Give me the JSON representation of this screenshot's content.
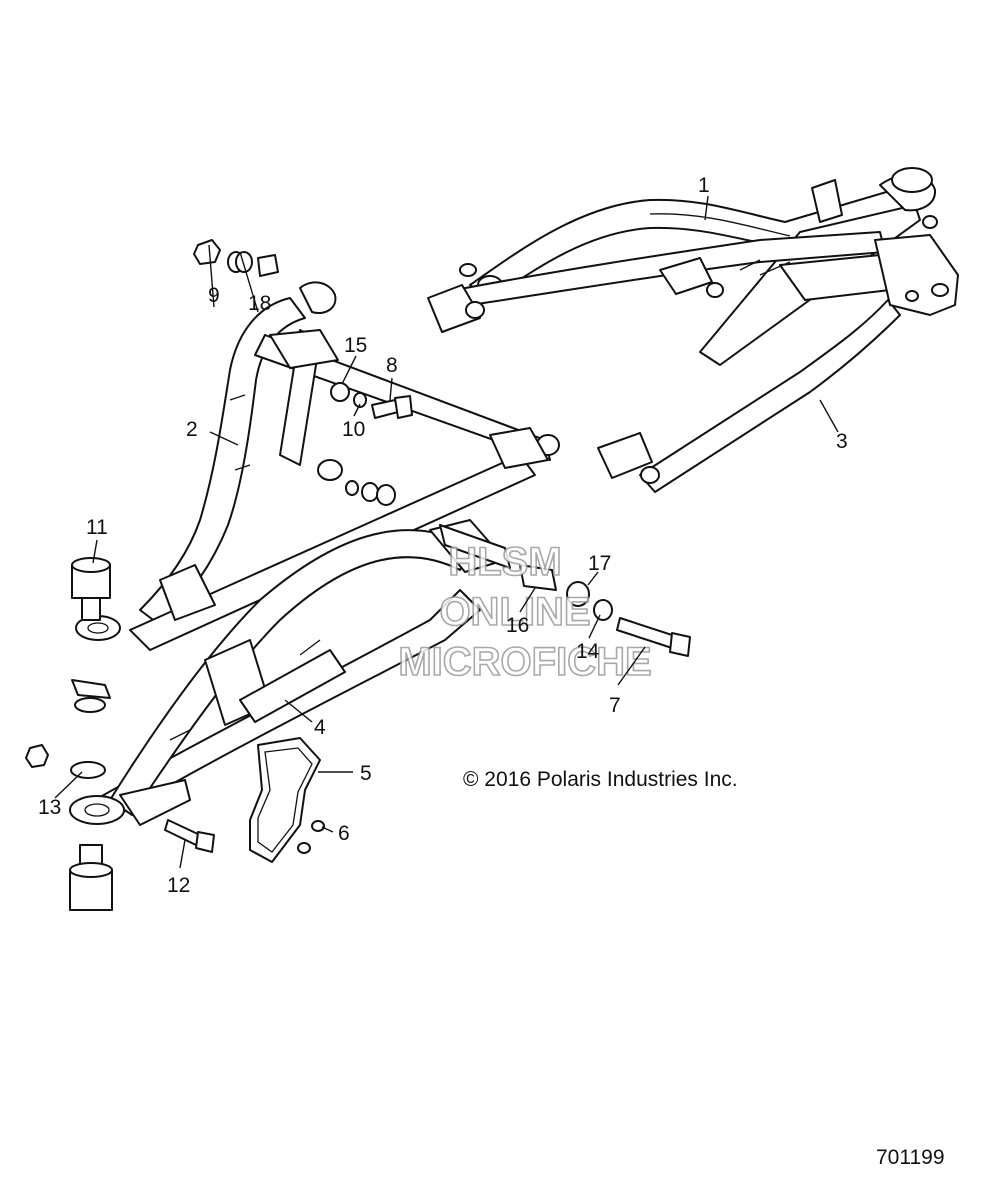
{
  "callouts": [
    {
      "label": "1"
    },
    {
      "label": "2"
    },
    {
      "label": "3"
    },
    {
      "label": "4"
    },
    {
      "label": "5"
    },
    {
      "label": "6"
    },
    {
      "label": "7"
    },
    {
      "label": "8"
    },
    {
      "label": "9"
    },
    {
      "label": "10"
    },
    {
      "label": "11"
    },
    {
      "label": "12"
    },
    {
      "label": "13"
    },
    {
      "label": "14"
    },
    {
      "label": "15"
    },
    {
      "label": "16"
    },
    {
      "label": "17"
    },
    {
      "label": "18"
    }
  ],
  "copyright": "© 2016 Polaris Industries Inc.",
  "drawing_number": "701199",
  "watermark": {
    "line1": "HLSM",
    "line2": "ONLINE",
    "line3": "MICROFICHE"
  }
}
